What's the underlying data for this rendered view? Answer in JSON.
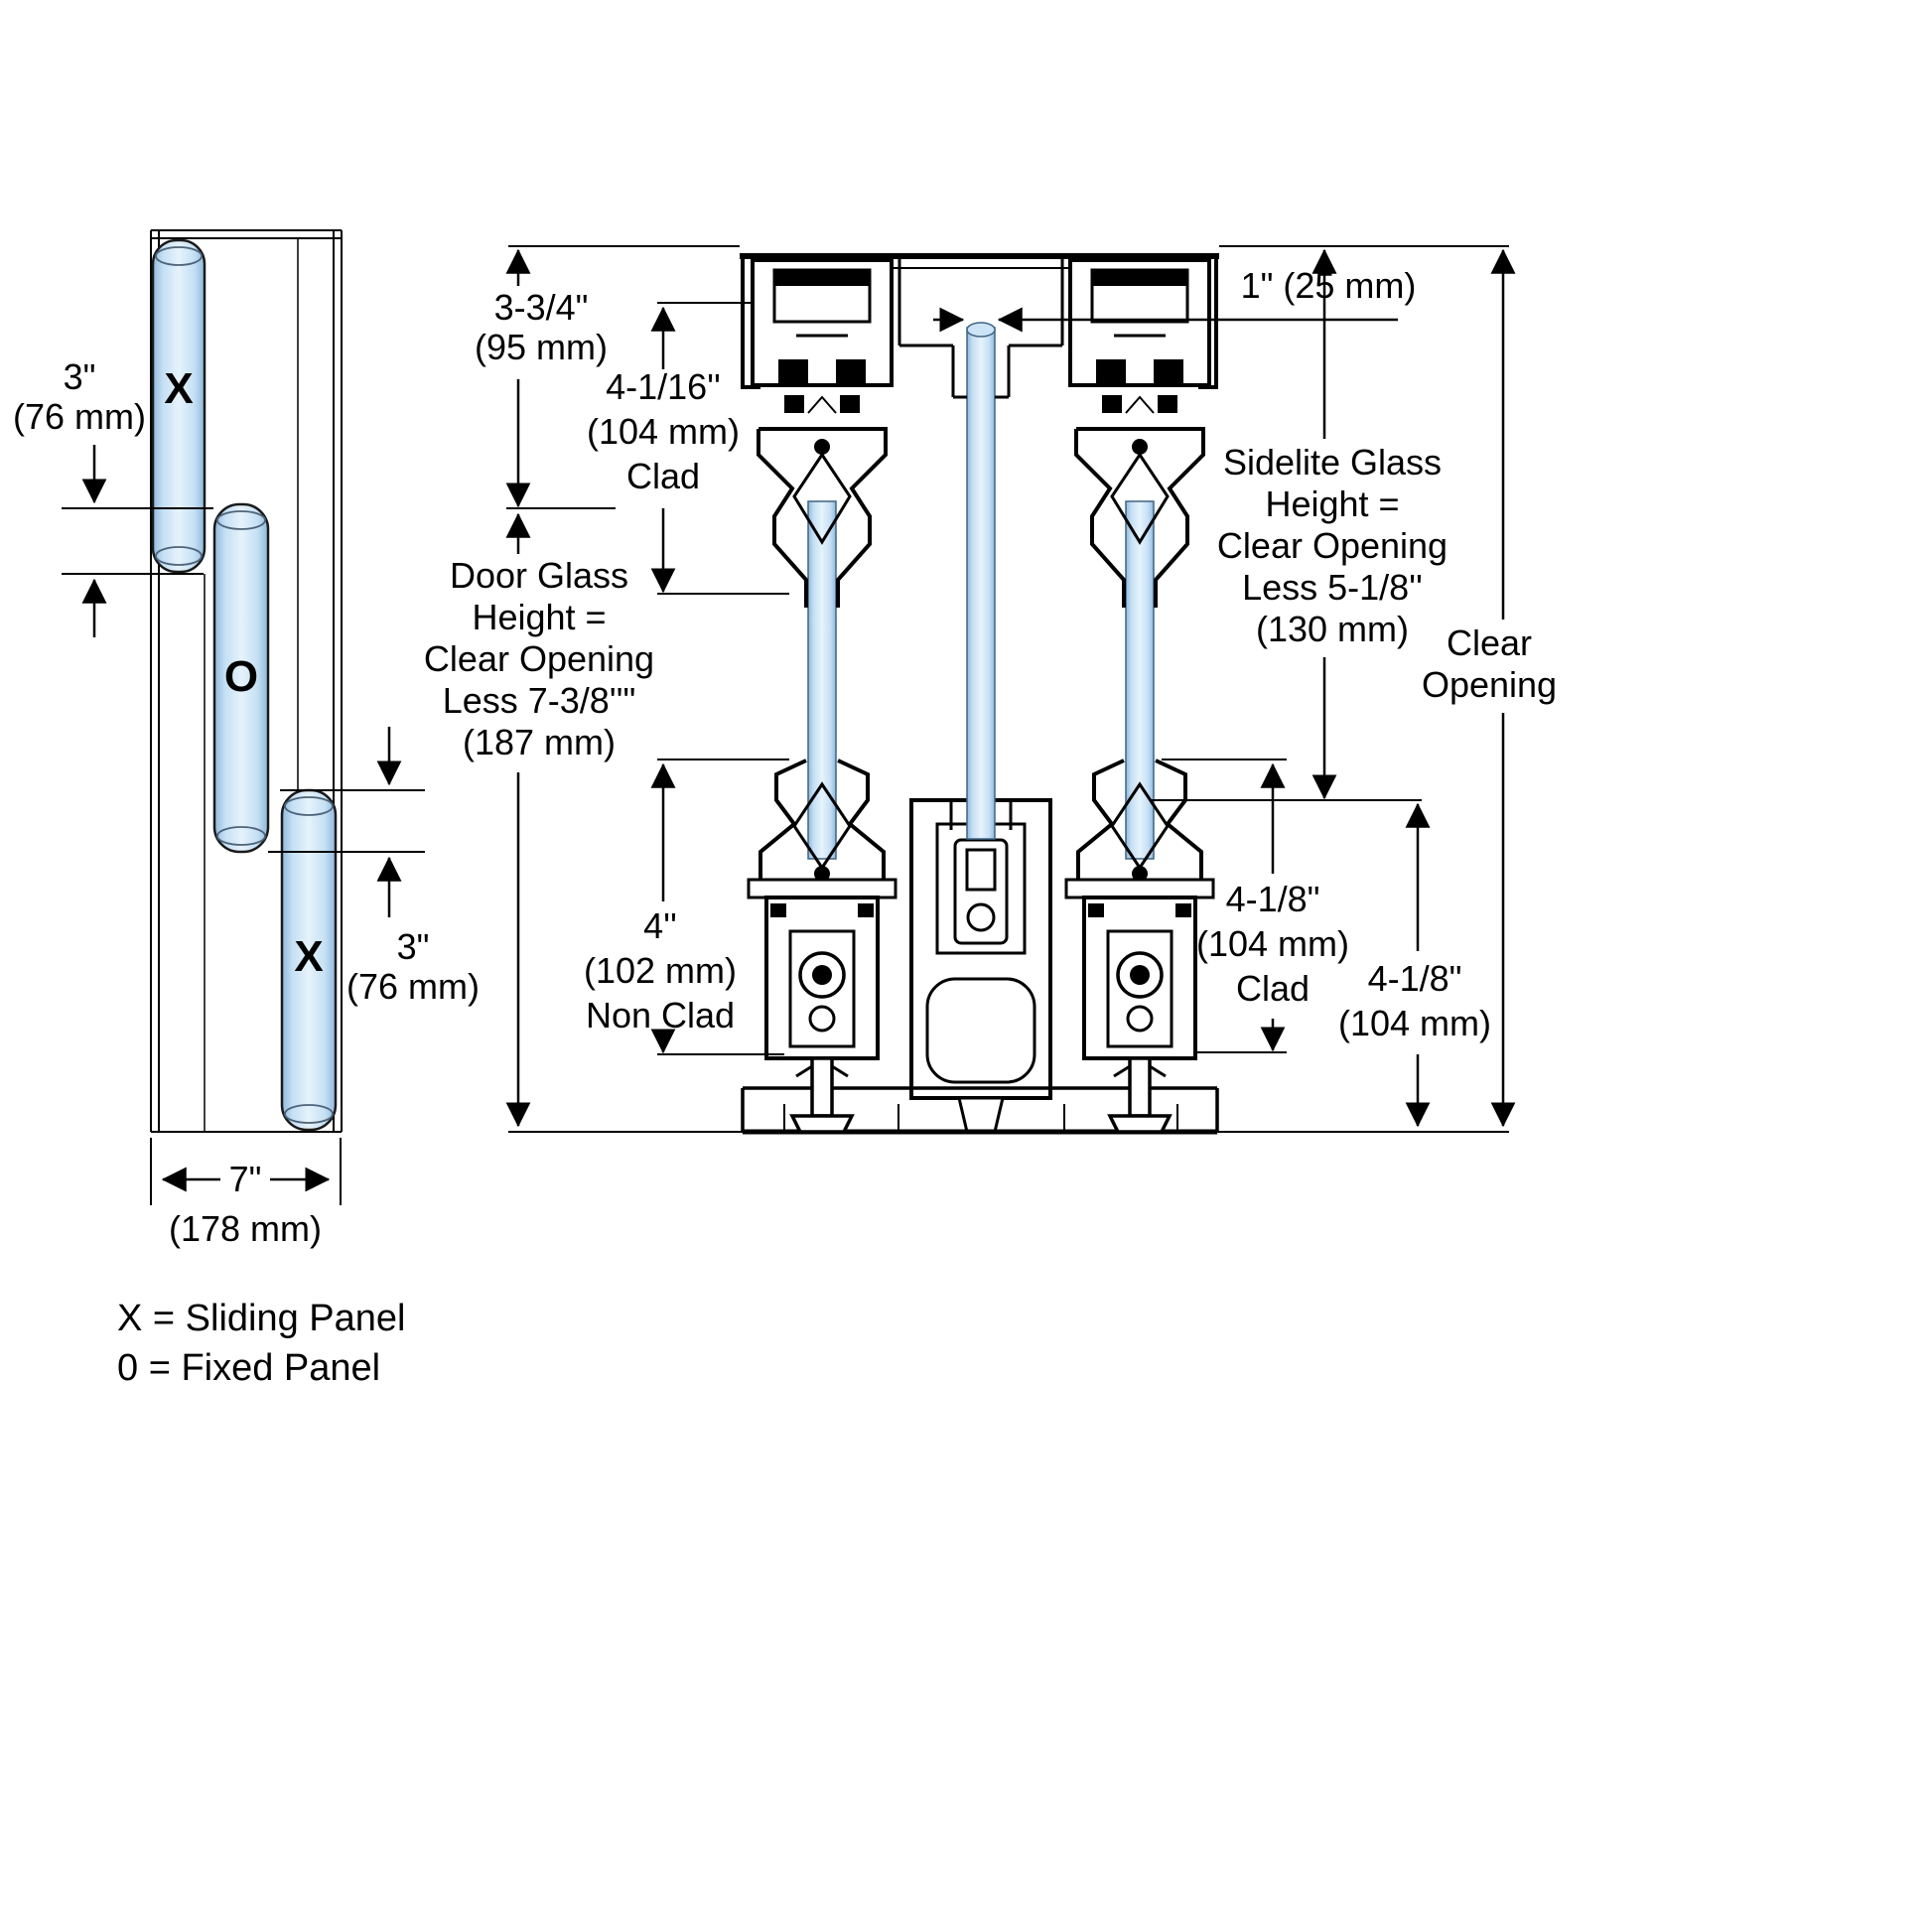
{
  "title": "Sliding door panel configuration and vertical section diagram",
  "colors": {
    "glass_edge": "#8fb9dd",
    "glass_center": "#e6f3fc",
    "line": "#000000",
    "background": "#ffffff"
  },
  "plan_view": {
    "panels": {
      "top": "X",
      "middle": "O",
      "bottom": "X"
    },
    "dims": {
      "top_overlap": {
        "l1": "3\"",
        "l2": "(76 mm)"
      },
      "bottom_overlap": {
        "l1": "3\"",
        "l2": "(76 mm)"
      },
      "width": {
        "l1": "7\"",
        "l2": "(178 mm)"
      }
    },
    "legend": {
      "l1": "X = Sliding Panel",
      "l2": "0 = Fixed Panel"
    }
  },
  "section_view": {
    "dims": {
      "header_height": {
        "l1": "3-3/4\"",
        "l2": "(95 mm)"
      },
      "clad_top": {
        "l1": "4-1/16''",
        "l2": "(104 mm)",
        "l3": "Clad"
      },
      "glass_thickness": {
        "l1": "1\" (25 mm)"
      },
      "door_glass": {
        "l1": "Door Glass",
        "l2": "Height =",
        "l3": "Clear Opening",
        "l4": "Less 7-3/8''\"",
        "l5": "(187 mm)"
      },
      "sidelite_glass": {
        "l1": "Sidelite Glass",
        "l2": "Height =",
        "l3": "Clear Opening",
        "l4": "Less 5-1/8''",
        "l5": "(130 mm)"
      },
      "clear_opening": {
        "l1": "Clear",
        "l2": "Opening"
      },
      "non_clad": {
        "l1": "4''",
        "l2": "(102 mm)",
        "l3": "Non Clad"
      },
      "clad_bottom": {
        "l1": "4-1/8\"",
        "l2": "(104 mm)",
        "l3": "Clad"
      },
      "sill_height": {
        "l1": "4-1/8\"",
        "l2": "(104 mm)"
      }
    }
  }
}
